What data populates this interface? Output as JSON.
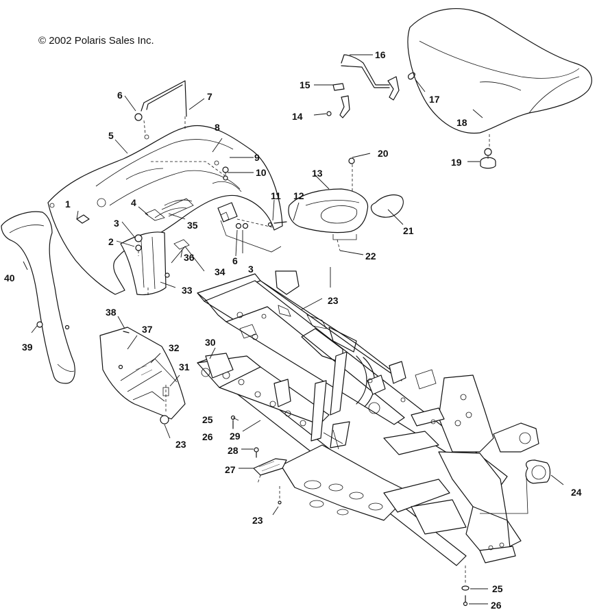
{
  "copyright": "© 2002 Polaris Sales Inc.",
  "callouts": [
    "1",
    "2",
    "3",
    "3",
    "4",
    "5",
    "6",
    "6",
    "7",
    "8",
    "9",
    "10",
    "11",
    "12",
    "13",
    "14",
    "15",
    "16",
    "17",
    "18",
    "19",
    "20",
    "21",
    "22",
    "23",
    "23",
    "23",
    "23",
    "24",
    "25",
    "25",
    "26",
    "26",
    "27",
    "28",
    "29",
    "30",
    "31",
    "32",
    "33",
    "34",
    "35",
    "36",
    "37",
    "38",
    "39",
    "40"
  ]
}
